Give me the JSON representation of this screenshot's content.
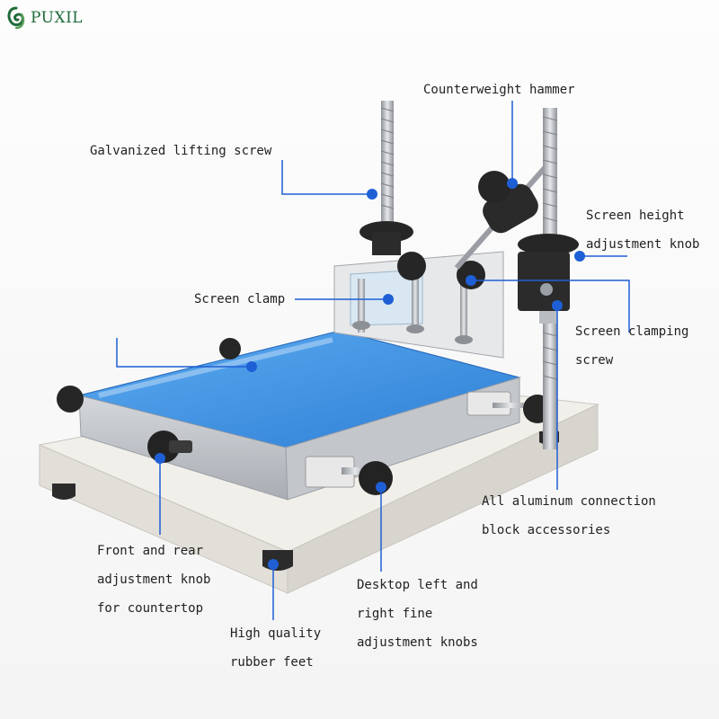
{
  "brand": {
    "logo_text": "PUXIL",
    "color": "#1f6b3a"
  },
  "colors": {
    "callout": "#1e5fd6",
    "platen": "#3a8ee0",
    "frame": "#e9e7e2",
    "metal": "#b8bcc2"
  },
  "labels": {
    "galvanized_screw": "Galvanized lifting screw",
    "counterweight": "Counterweight hammer",
    "screen_height_1": "Screen height",
    "screen_height_2": "adjustment knob",
    "screen_clamp": "Screen clamp",
    "clamping_screw_1": "Screen clamping",
    "clamping_screw_2": "screw",
    "aluminum_1": "All aluminum connection",
    "aluminum_2": "block accessories",
    "front_rear_1": "Front and rear",
    "front_rear_2": "adjustment knob",
    "front_rear_3": "for countertop",
    "rubber_feet_1": "High quality",
    "rubber_feet_2": "rubber feet",
    "desktop_knobs_1": "Desktop left and",
    "desktop_knobs_2": "right fine",
    "desktop_knobs_3": "adjustment knobs"
  }
}
